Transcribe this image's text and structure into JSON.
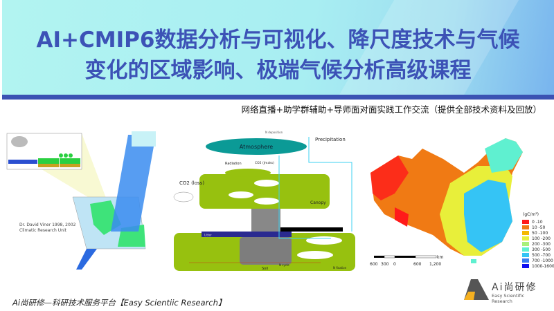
{
  "banner": {
    "title_line1": "AI+CMIP6数据分析与可视化、降尺度技术与气候",
    "title_line2": "变化的区域影响、极端气候分析高级课程",
    "accent_color": "#3c52b6"
  },
  "subtitle": "网络直播+助学群辅助+导师面对面实践工作交流（提供全部技术资料及回放）",
  "figure_left": {
    "credit_line1": "Dr. David Viner 1998, 2002",
    "credit_line2": "Climatic Research Unit"
  },
  "figure_middle": {
    "atmosphere": "Atmosphere",
    "precipitation": "Precipitation",
    "radiation": "Radiation",
    "co2": "CO2 (Jmaks)",
    "co2_loss": "CO2 (loss)",
    "canopy": "Canopy",
    "litter": "Litter",
    "soil": "Soil",
    "n_deposition": "N deposition",
    "n_fixation": "N fixation",
    "n_cycle": "N cycle"
  },
  "figure_right": {
    "legend_title": "(gC/m²)",
    "legend": [
      {
        "label": "0 -10",
        "color": "#ff1a1a"
      },
      {
        "label": "10 -50",
        "color": "#f07a14"
      },
      {
        "label": "50 -100",
        "color": "#f5b800"
      },
      {
        "label": "100 -200",
        "color": "#e8ef3a"
      },
      {
        "label": "200 -300",
        "color": "#a8f07a"
      },
      {
        "label": "300 -500",
        "color": "#5ff0d0"
      },
      {
        "label": "500 -700",
        "color": "#35c4f5"
      },
      {
        "label": "700 -1000",
        "color": "#3a7cf0"
      },
      {
        "label": "1000-1600",
        "color": "#1010f0"
      }
    ],
    "scale_unit": "km",
    "scale_labels": [
      "600",
      "300",
      "0",
      "600",
      "1,200"
    ]
  },
  "footer": {
    "platform": "Ai尚研修—科研技术服务平台【Easy Scientiic Research】",
    "logo_name": "Ai尚研修",
    "logo_en": "Easy Scientific Research"
  }
}
